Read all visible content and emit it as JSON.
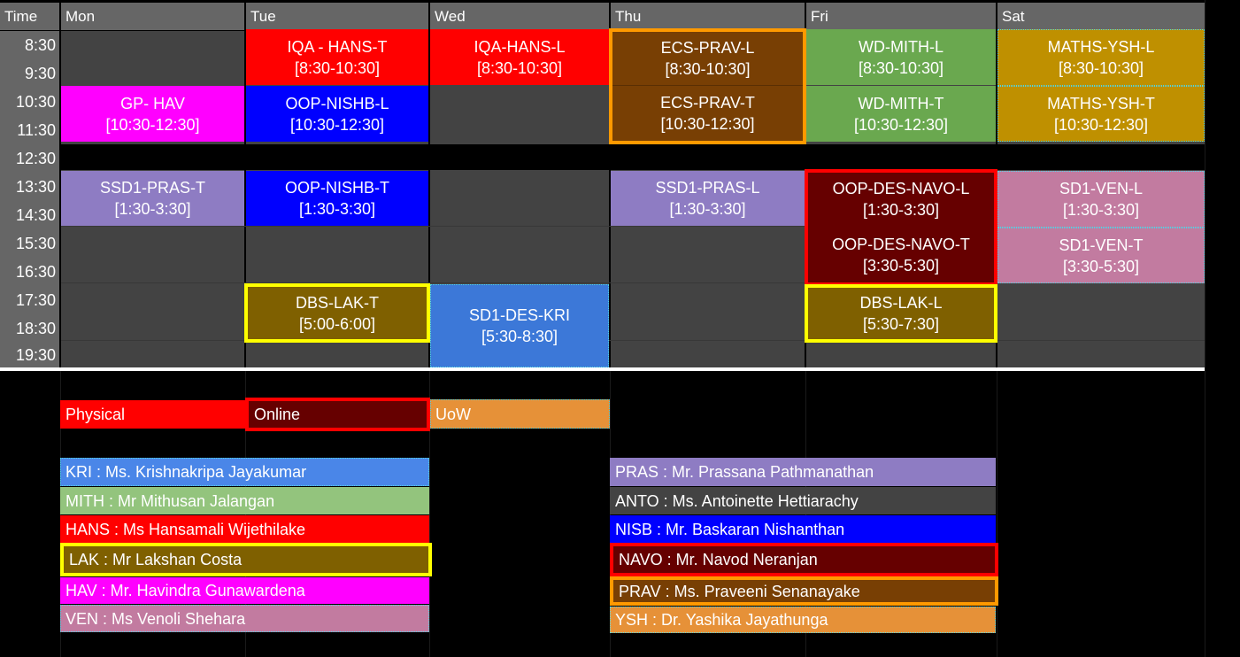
{
  "header": {
    "time": "Time",
    "days": [
      "Mon",
      "Tue",
      "Wed",
      "Thu",
      "Fri",
      "Sat"
    ]
  },
  "times": [
    "8:30",
    "9:30",
    "10:30",
    "11:30",
    "12:30",
    "13:30",
    "14:30",
    "15:30",
    "16:30",
    "17:30",
    "18:30",
    "19:30"
  ],
  "events": {
    "mon_gp": {
      "name": "GP- HAV",
      "time": "[10:30-12:30]",
      "color": "#ff00ff"
    },
    "mon_ssd1": {
      "name": "SSD1-PRAS-T",
      "time": "[1:30-3:30]",
      "color": "#8e7cc3"
    },
    "tue_iqa": {
      "name": "IQA - HANS-T",
      "time": "[8:30-10:30]",
      "color": "#ff0000"
    },
    "tue_oop1": {
      "name": "OOP-NISHB-L",
      "time": "[10:30-12:30]",
      "color": "#0000ff"
    },
    "tue_oop2": {
      "name": "OOP-NISHB-T",
      "time": "[1:30-3:30]",
      "color": "#0000ff"
    },
    "tue_dbs": {
      "name": "DBS-LAK-T",
      "time": "[5:00-6:00]",
      "color": "#7f6000"
    },
    "wed_iqa": {
      "name": "IQA-HANS-L",
      "time": "[8:30-10:30]",
      "color": "#ff0000"
    },
    "wed_sd1": {
      "name": "SD1-DES-KRI",
      "time": "[5:30-8:30]",
      "color": "#3c78d8"
    },
    "thu_ecs1": {
      "name": "ECS-PRAV-L",
      "time": "[8:30-10:30]",
      "color": "#783f04"
    },
    "thu_ecs2": {
      "name": "ECS-PRAV-T",
      "time": "[10:30-12:30]",
      "color": "#783f04"
    },
    "thu_ssd1": {
      "name": "SSD1-PRAS-L",
      "time": "[1:30-3:30]",
      "color": "#8e7cc3"
    },
    "fri_wd1": {
      "name": "WD-MITH-L",
      "time": "[8:30-10:30]",
      "color": "#6aa84f"
    },
    "fri_wd2": {
      "name": "WD-MITH-T",
      "time": "[10:30-12:30]",
      "color": "#6aa84f"
    },
    "fri_oop1": {
      "name": "OOP-DES-NAVO-L",
      "time": "[1:30-3:30]",
      "color": "#660000"
    },
    "fri_oop2": {
      "name": "OOP-DES-NAVO-T",
      "time": "[3:30-5:30]",
      "color": "#660000"
    },
    "fri_dbs": {
      "name": "DBS-LAK-L",
      "time": "[5:30-7:30]",
      "color": "#7f6000"
    },
    "sat_maths1": {
      "name": "MATHS-YSH-L",
      "time": "[8:30-10:30]",
      "color": "#bf9000"
    },
    "sat_maths2": {
      "name": "MATHS-YSH-T",
      "time": "[10:30-12:30]",
      "color": "#bf9000"
    },
    "sat_sd1a": {
      "name": "SD1-VEN-L",
      "time": "[1:30-3:30]",
      "color": "#c27ba0"
    },
    "sat_sd1b": {
      "name": "SD1-VEN-T",
      "time": "[3:30-5:30]",
      "color": "#c27ba0"
    }
  },
  "modes": {
    "physical": "Physical",
    "online": "Online",
    "uow": "UoW"
  },
  "lecturers_left": [
    "KRI : Ms. Krishnakripa Jayakumar",
    "MITH : Mr Mithusan Jalangan",
    "HANS : Ms Hansamali Wijethilake",
    "LAK : Mr Lakshan Costa",
    "HAV : Mr. Havindra Gunawardena",
    "VEN : Ms Venoli Shehara"
  ],
  "lecturers_right": [
    "PRAS : Mr. Prassana Pathmanathan",
    "ANTO : Ms. Antoinette Hettiarachy",
    "NISB : Mr. Baskaran Nishanthan",
    "NAVO : Mr. Navod Neranjan",
    "PRAV : Ms. Praveeni Senanayake",
    "YSH : Dr. Yashika Jayathunga"
  ],
  "colors": {
    "header": "#666666",
    "cell": "#434343",
    "red": "#ff0000",
    "dark_red": "#660000",
    "orange": "#e69138",
    "blue": "#3c78d8",
    "green": "#93c47d",
    "olive": "#7f6000",
    "magenta": "#ff00ff",
    "pink": "#c27ba0",
    "purple": "#8e7cc3",
    "gray": "#434343",
    "brown": "#783f04"
  }
}
